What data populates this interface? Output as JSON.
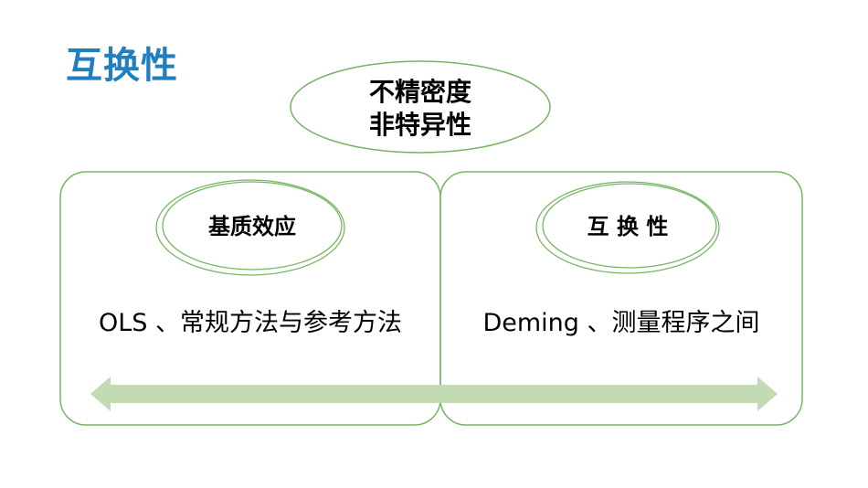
{
  "slide": {
    "title": "互换性"
  },
  "top_bubble": {
    "line1": "不精密度",
    "line2": "非特异性"
  },
  "left_panel": {
    "bubble_label": "基质效应",
    "text": "OLS 、常规方法与参考方法"
  },
  "right_panel": {
    "bubble_label": "互 换 性",
    "text": "Deming 、测量程序之间"
  },
  "colors": {
    "title": "#1f7fbf",
    "outline_green": "#77b563",
    "arrow_fill": "#c3dbb2"
  }
}
